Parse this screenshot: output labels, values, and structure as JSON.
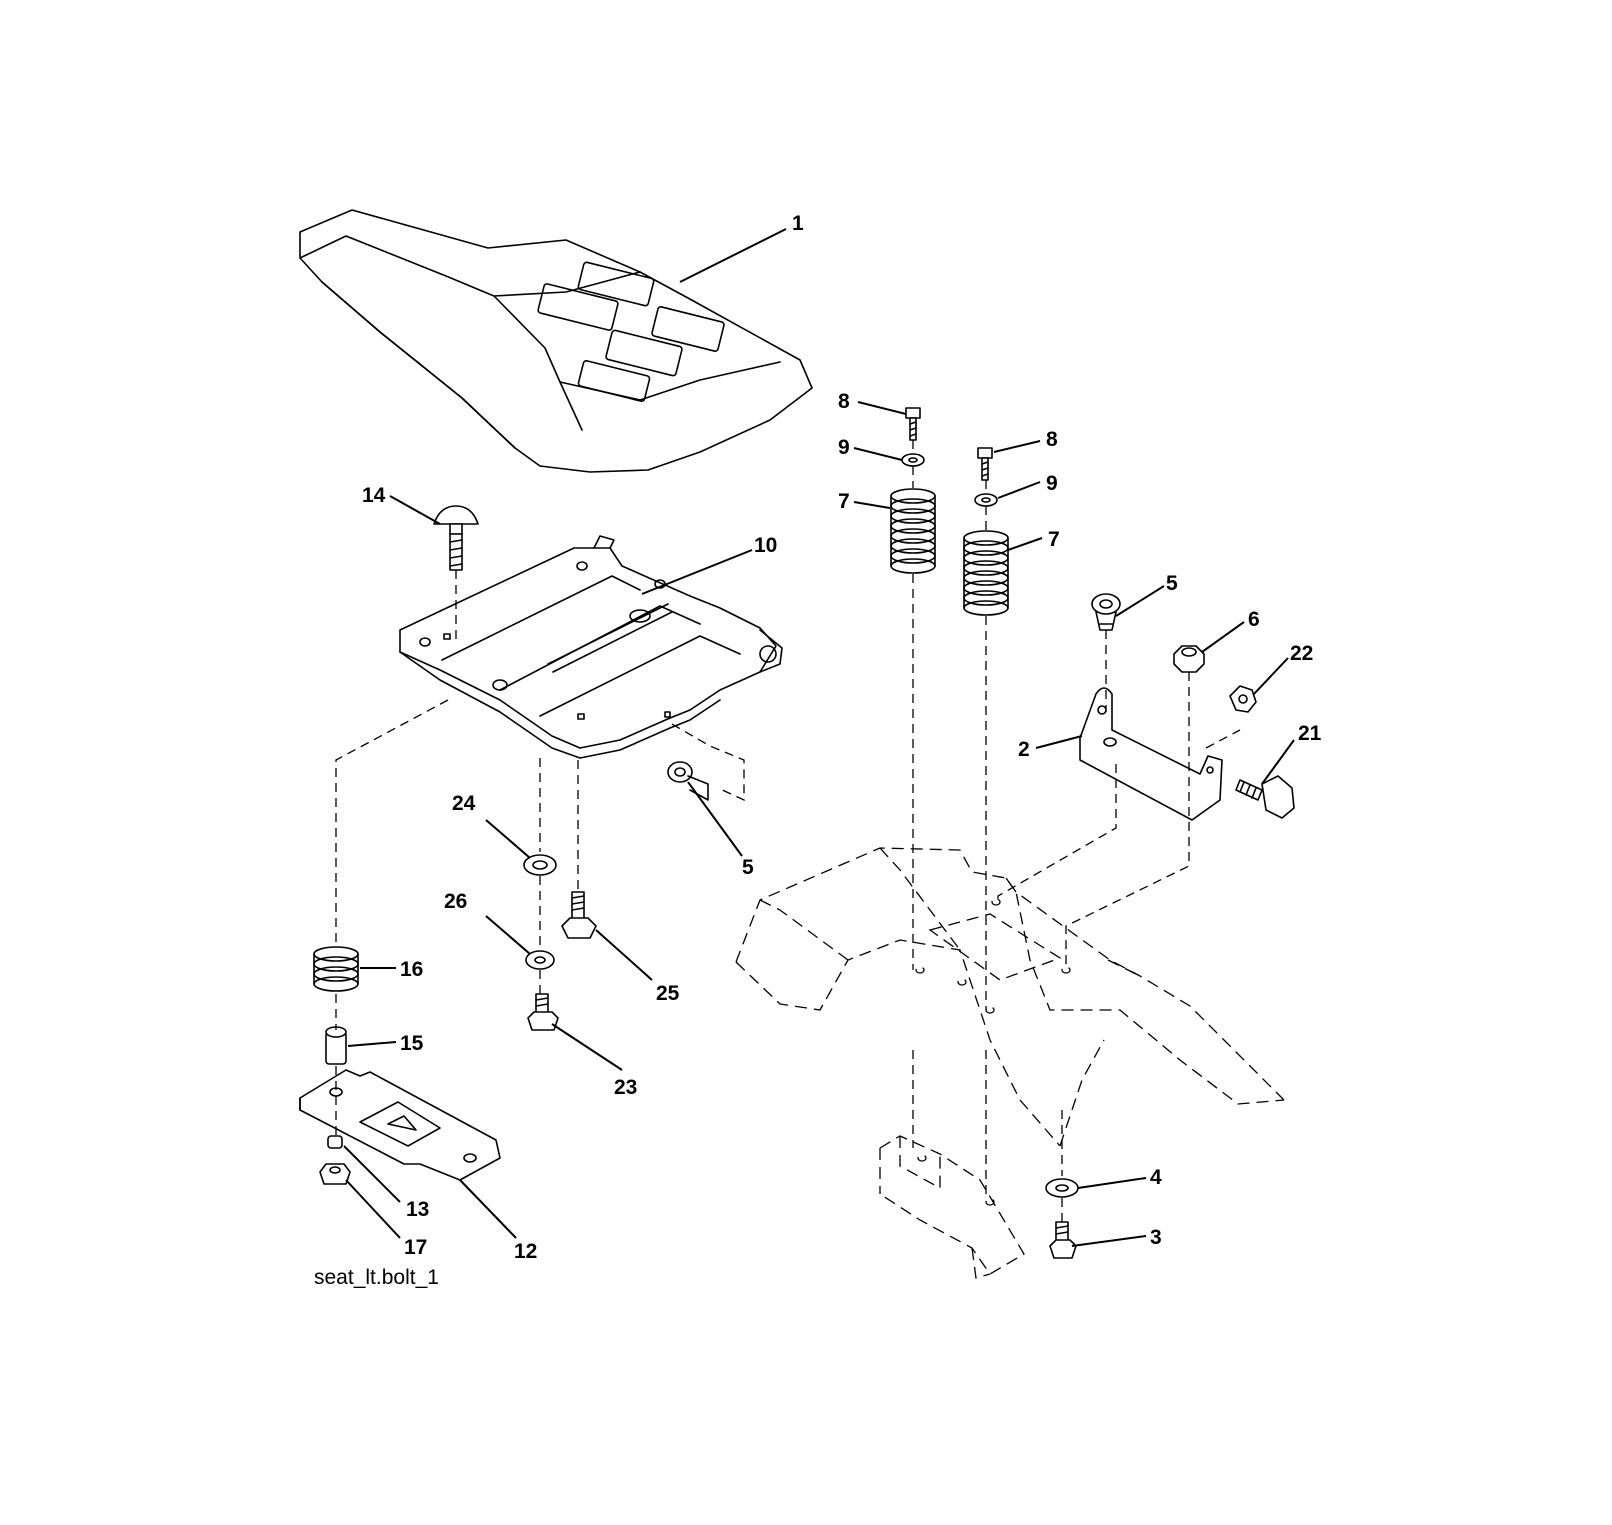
{
  "diagram": {
    "caption": "seat_lt.bolt_1",
    "callouts": {
      "c1": "1",
      "c2": "2",
      "c3": "3",
      "c4": "4",
      "c5a": "5",
      "c5b": "5",
      "c6": "6",
      "c7a": "7",
      "c7b": "7",
      "c8a": "8",
      "c8b": "8",
      "c9a": "9",
      "c9b": "9",
      "c10": "10",
      "c12": "12",
      "c13": "13",
      "c14": "14",
      "c15": "15",
      "c16": "16",
      "c17": "17",
      "c21": "21",
      "c22": "22",
      "c23": "23",
      "c24": "24",
      "c25": "25",
      "c26": "26"
    }
  }
}
